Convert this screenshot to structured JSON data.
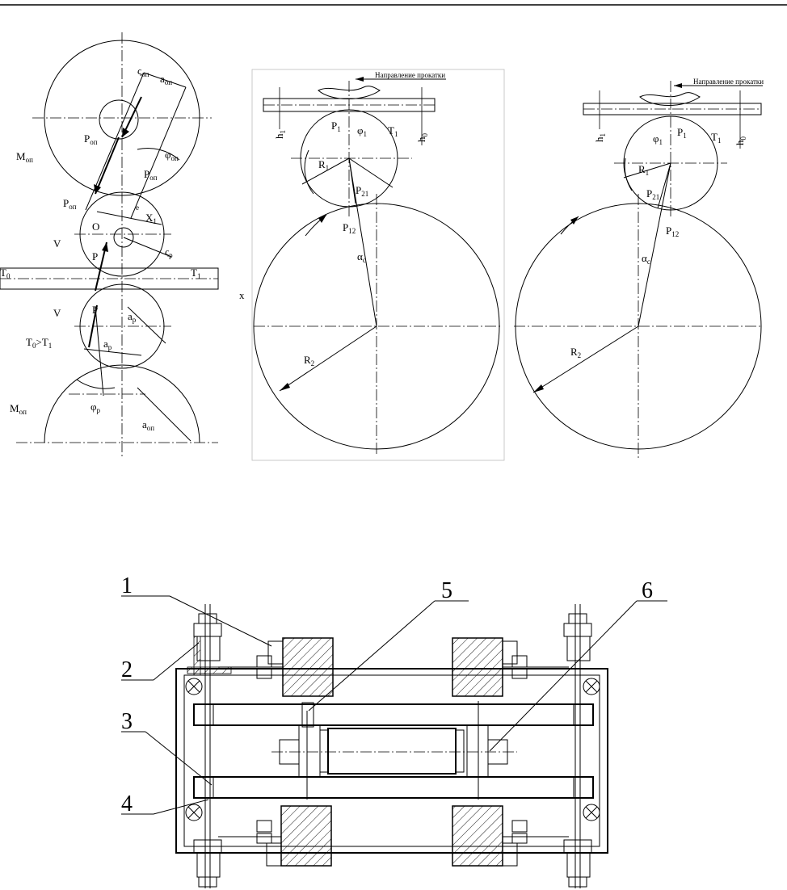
{
  "left_figure": {
    "labels": {
      "s_op": "ς",
      "s_op_sub": "оп",
      "a_op": "a",
      "a_op_sub": "оп",
      "P_op_1": "P",
      "P_op_1_sub": "оп",
      "phi_op": "φ",
      "phi_op_sub": "оп",
      "P_op_2": "P",
      "P_op_2_sub": "оп",
      "M_op_top": "M",
      "M_op_top_sub": "оп",
      "P_op_3": "P",
      "P_op_3_sub": "оп",
      "O": "O",
      "X1": "X",
      "X1_sub": "1",
      "e": "e",
      "V_top": "V",
      "P_mid": "P",
      "s_p": "ς",
      "s_p_sub": "р",
      "T0": "T",
      "T0_sub": "0",
      "T1": "T",
      "T1_sub": "1",
      "x": "x",
      "V_bot": "V",
      "P_bot": "P",
      "ap_label": "a",
      "ap_sub": "р",
      "T_cond": "T",
      "T_cond_rest": "0",
      "T_cond_gt": ">T",
      "T_cond_rest2": "1",
      "M_op_bot": "M",
      "M_op_bot_sub": "оп",
      "phi_p": "φ",
      "phi_p_sub": "р",
      "a_op_bottom": "a",
      "a_op_bottom_sub": "оп"
    }
  },
  "middle_figure": {
    "rolling_direction": "Направление прокатки",
    "h1": "h",
    "h1_sub": "1",
    "h0": "h",
    "h0_sub": "0",
    "P1": "P",
    "P1_sub": "1",
    "phi1": "φ",
    "phi1_sub": "1",
    "T1": "T",
    "T1_sub": "1",
    "R1": "R",
    "R1_sub": "1",
    "P21": "P",
    "P21_sub": "21",
    "P12": "P",
    "P12_sub": "12",
    "alpha_c": "α",
    "alpha_c_sub": "c",
    "R2": "R",
    "R2_sub": "2"
  },
  "right_figure": {
    "rolling_direction": "Направление прокатки",
    "h1": "h",
    "h1_sub": "1",
    "h0": "h",
    "h0_sub": "0",
    "P1": "P",
    "P1_sub": "1",
    "phi1": "φ",
    "phi1_sub": "1",
    "T1": "T",
    "T1_sub": "1",
    "R1": "R",
    "R1_sub": "1",
    "P21": "P",
    "P21_sub": "21",
    "P12": "P",
    "P12_sub": "12",
    "alpha_c": "α",
    "alpha_c_sub": "c",
    "R2": "R",
    "R2_sub": "2"
  },
  "bottom_figure": {
    "callouts": [
      "1",
      "2",
      "3",
      "4",
      "5",
      "6"
    ]
  }
}
